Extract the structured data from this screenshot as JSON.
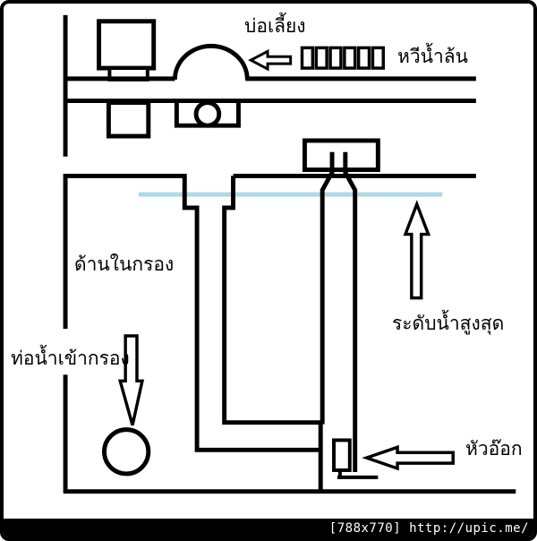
{
  "colors": {
    "line": "#000000",
    "water_line": "#a9dce4",
    "background": "#ffffff",
    "frame": "#000000",
    "watermark_bg": "#000000",
    "watermark_text": "#ffffff"
  },
  "labels": {
    "pond": "บ่อเลี้ยง",
    "overflow_comb": "หวีน้ำล้น",
    "inside_filter": "ด้านในกรอง",
    "max_water_level": "ระดับน้ำสูงสุด",
    "inlet_pipe": "ท่อน้ำเข้ากรอง",
    "air_head": "หัวอ๊อก"
  },
  "watermark": {
    "text": "[788x770] http://upic.me/"
  }
}
